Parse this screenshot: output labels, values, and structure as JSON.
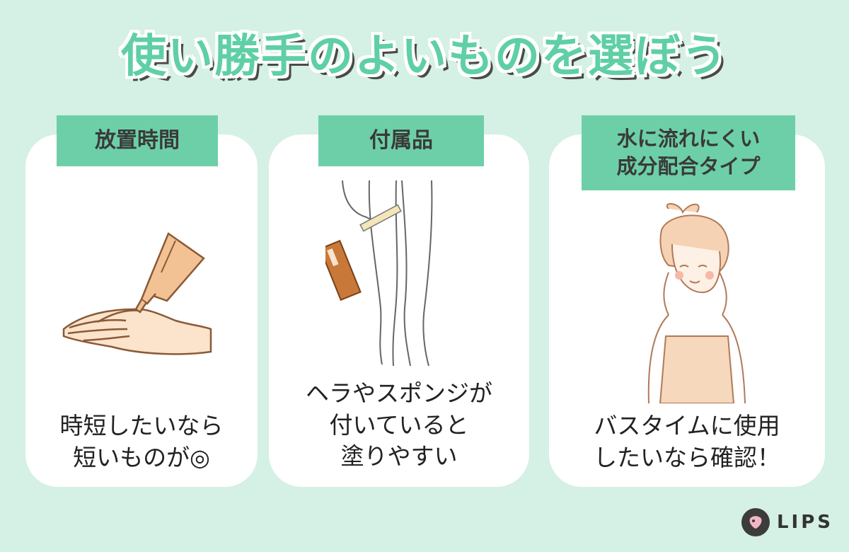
{
  "title": "使い勝手のよいものを選ぼう",
  "cards": [
    {
      "label": "放置時間",
      "caption_line1": "時短したいなら",
      "caption_line2": "短いものが◎"
    },
    {
      "label": "付属品",
      "caption_line1": "ヘラやスポンジが",
      "caption_line2": "付いていると",
      "caption_line3": "塗りやすい"
    },
    {
      "label_line1": "水に流れにくい",
      "label_line2": "成分配合タイプ",
      "caption_line1": "バスタイムに使用",
      "caption_line2": "したいなら確認！"
    }
  ],
  "logo": {
    "text": "LIPS"
  },
  "colors": {
    "background": "#d5f0e4",
    "accent": "#6dcfa8",
    "title": "#5fcfa6"
  }
}
